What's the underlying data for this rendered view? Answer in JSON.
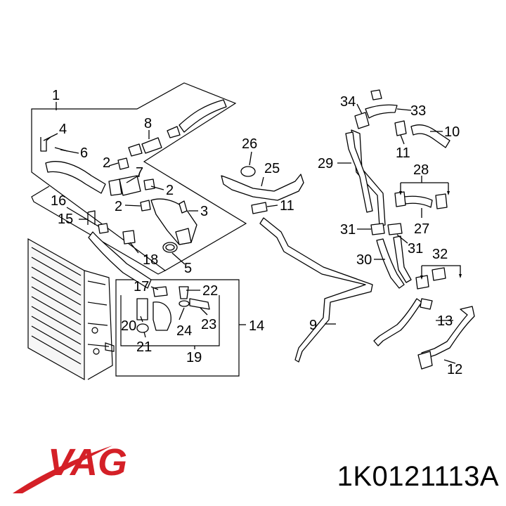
{
  "callouts": {
    "c1": "1",
    "c2a": "2",
    "c2b": "2",
    "c2c": "2",
    "c3": "3",
    "c4": "4",
    "c5": "5",
    "c6": "6",
    "c7": "7",
    "c8": "8",
    "c9": "9",
    "c10": "10",
    "c11a": "11",
    "c11b": "11",
    "c12": "12",
    "c13": "13",
    "c14": "14",
    "c15": "15",
    "c16": "16",
    "c17": "17",
    "c18": "18",
    "c19": "19",
    "c20": "20",
    "c21": "21",
    "c22": "22",
    "c23": "23",
    "c24": "24",
    "c25": "25",
    "c26": "26",
    "c27": "27",
    "c28": "28",
    "c29": "29",
    "c30": "30",
    "c31a": "31",
    "c31b": "31",
    "c32": "32",
    "c33": "33",
    "c34": "34"
  },
  "brand": {
    "name": "VAG",
    "color": "#d42027"
  },
  "part_number": "1K0121113A",
  "line_color": "#000000"
}
